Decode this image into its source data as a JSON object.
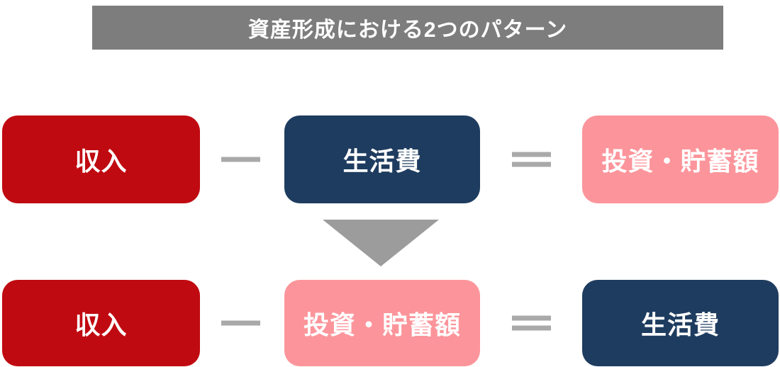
{
  "title": {
    "text": "資産形成における2つのパターン"
  },
  "colors": {
    "income_red": "#C00A11",
    "living_cost_navy": "#1E3C5F",
    "investment_pink": "#FC959B",
    "title_banner_gray": "#7D7D7D",
    "operator_gray": "#A9A9A9",
    "arrow_gray": "#9C9C9C",
    "text_white": "#FFFFFF",
    "background": "#FFFFFF"
  },
  "rows": [
    {
      "name": "pattern-1",
      "left_box": {
        "label": "収入"
      },
      "operator_1": "minus",
      "middle_box": {
        "label": "生活費"
      },
      "operator_2": "equals",
      "right_box": {
        "label": "投資・貯蓄額"
      }
    },
    {
      "name": "pattern-2",
      "left_box": {
        "label": "収入"
      },
      "operator_1": "minus",
      "middle_box": {
        "label": "投資・貯蓄額"
      },
      "operator_2": "equals",
      "right_box": {
        "label": "生活費"
      }
    }
  ],
  "arrow": {
    "direction": "down"
  }
}
